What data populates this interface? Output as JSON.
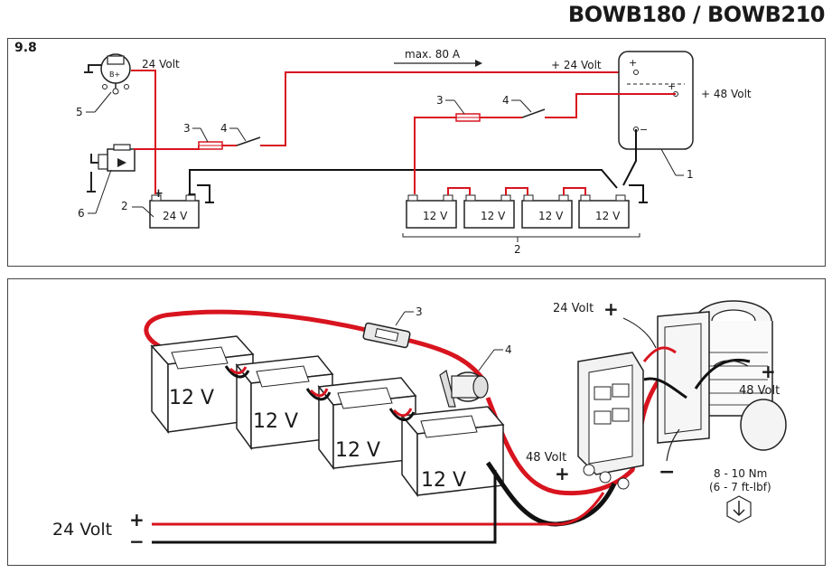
{
  "header": {
    "title": "BOWB180 / BOWB210"
  },
  "section": {
    "number": "9.8"
  },
  "schematic": {
    "current_label": "max. 80 A",
    "plus24_label": "+ 24 Volt",
    "plus48_label": "+ 48 Volt",
    "alt_voltage": "24 Volt",
    "alt_terminal": "B+",
    "battery_24v": "24 V",
    "battery_12v": "12 V",
    "callouts": [
      "1",
      "2",
      "3",
      "4",
      "5",
      "6"
    ]
  },
  "illustration": {
    "battery_labels": [
      "12 V",
      "12 V",
      "12 V",
      "12 V"
    ],
    "callout_3": "3",
    "callout_4": "4",
    "label_24v_top": "24 Volt",
    "label_48v_right": "48 Volt",
    "label_48v_bottom": "48 Volt",
    "label_24v_bottom": "24 Volt",
    "plus": "+",
    "minus": "−",
    "torque_nm": "8 - 10 Nm",
    "torque_ftlbf": "(6 - 7 ft-lbf)"
  },
  "colors": {
    "positive_wire": "#d8141f",
    "negative_wire": "#111111",
    "frame": "#444444"
  }
}
